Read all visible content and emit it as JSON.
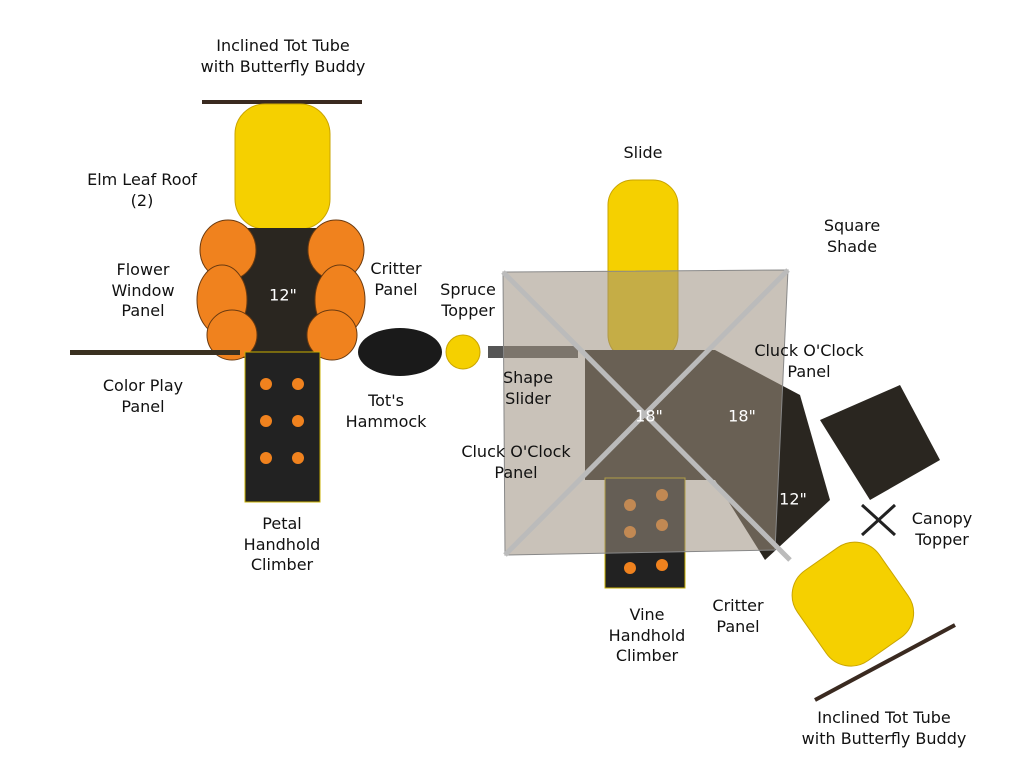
{
  "labels": {
    "tube_top": "Inclined Tot Tube\nwith Butterfly Buddy",
    "elm_roof": "Elm Leaf Roof\n(2)",
    "flower_panel": "Flower\nWindow\nPanel",
    "critter_panel_left": "Critter\nPanel",
    "spruce_topper": "Spruce\nTopper",
    "color_play": "Color Play\nPanel",
    "hammock": "Tot's\nHammock",
    "shape_slider": "Shape\nSlider",
    "slide": "Slide",
    "square_shade": "Square\nShade",
    "cluck_right": "Cluck O'Clock\nPanel",
    "cluck_left": "Cluck O'Clock\nPanel",
    "canopy_topper": "Canopy\nTopper",
    "petal_climber": "Petal\nHandhold\nClimber",
    "vine_climber": "Vine\nHandhold\nClimber",
    "critter_panel_right": "Critter\nPanel",
    "tube_bottom": "Inclined Tot Tube\nwith Butterfly Buddy"
  },
  "dimensions": {
    "deck_left": "12\"",
    "deck_center": "18\"",
    "deck_right": "18\"",
    "deck_lower_right": "12\""
  },
  "colors": {
    "yellow": "#f5d000",
    "orange": "#f0821e",
    "deck": "#2a2620",
    "shade": "#9c8f80"
  }
}
